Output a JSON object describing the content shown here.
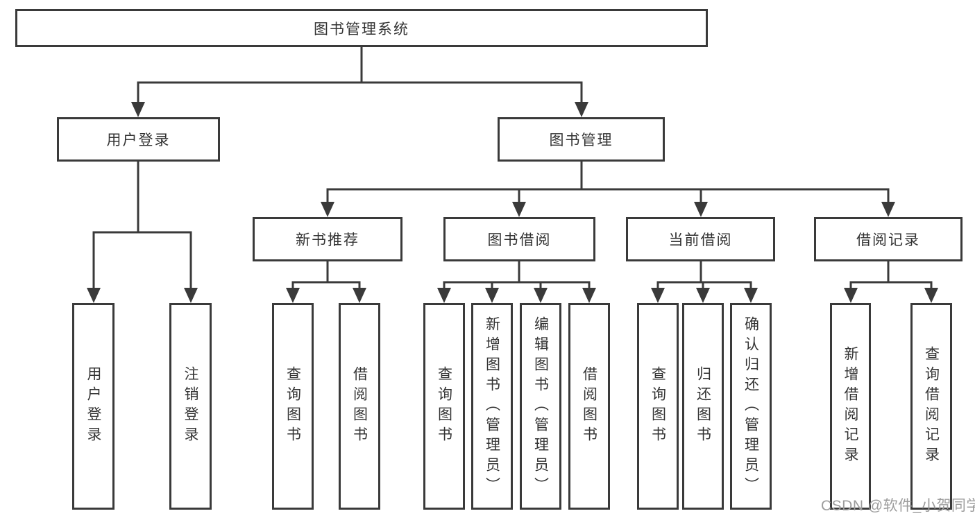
{
  "diagram_title": "图书管理系统",
  "nodes": {
    "root": {
      "label": "图书管理系统"
    },
    "user_login": {
      "label": "用户登录"
    },
    "book_mgmt": {
      "label": "图书管理"
    },
    "login_action": {
      "label": "用户登录"
    },
    "logout_action": {
      "label": "注销登录"
    },
    "new_book_rec": {
      "label": "新书推荐"
    },
    "book_borrow": {
      "label": "图书借阅"
    },
    "current_borrow": {
      "label": "当前借阅"
    },
    "borrow_records": {
      "label": "借阅记录"
    },
    "rec_query_book": {
      "label": "查询图书"
    },
    "rec_borrow_book": {
      "label": "借阅图书"
    },
    "bb_query_book": {
      "label": "查询图书"
    },
    "bb_add_book": {
      "label": "新增图书（管理员）"
    },
    "bb_edit_book": {
      "label": "编辑图书（管理员）"
    },
    "bb_borrow_book": {
      "label": "借阅图书"
    },
    "cb_query_book": {
      "label": "查询图书"
    },
    "cb_return_book": {
      "label": "归还图书"
    },
    "cb_confirm_return": {
      "label": "确认归还（管理员）"
    },
    "br_add_record": {
      "label": "新增借阅记录"
    },
    "br_query_record": {
      "label": "查询借阅记录"
    }
  },
  "watermark": {
    "text": "CSDN @软件_小贺同学"
  },
  "colors": {
    "line": "#3a3a3a",
    "box_border": "#3a3a3a",
    "box_fill": "#ffffff",
    "text": "#333333",
    "watermark": "#9c9c9c",
    "background": "#ffffff"
  }
}
